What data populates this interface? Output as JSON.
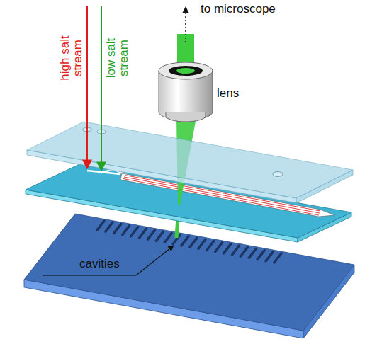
{
  "diagram": {
    "labels": [
      "high salt stream",
      "low salt stream",
      "to microscope",
      "lens",
      "cavities"
    ]
  }
}
